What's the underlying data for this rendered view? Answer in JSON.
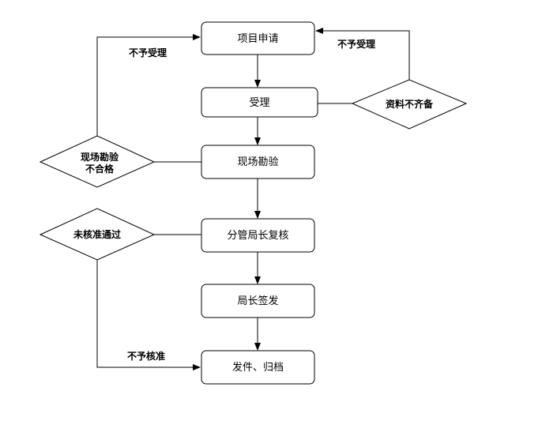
{
  "steps": {
    "apply": "项目申请",
    "accept": "受理",
    "inspect": "现场勘验",
    "review": "分管局长复核",
    "sign": "局长签发",
    "archive": "发件、归档"
  },
  "decisions": {
    "materials_incomplete": "资料不齐备",
    "inspection_failed_line1": "现场勘验",
    "inspection_failed_line2": "不合格",
    "not_approved": "未核准通过"
  },
  "edge_labels": {
    "not_accepted_left": "不予受理",
    "not_accepted_right": "不予受理",
    "not_approved": "不予核准"
  }
}
